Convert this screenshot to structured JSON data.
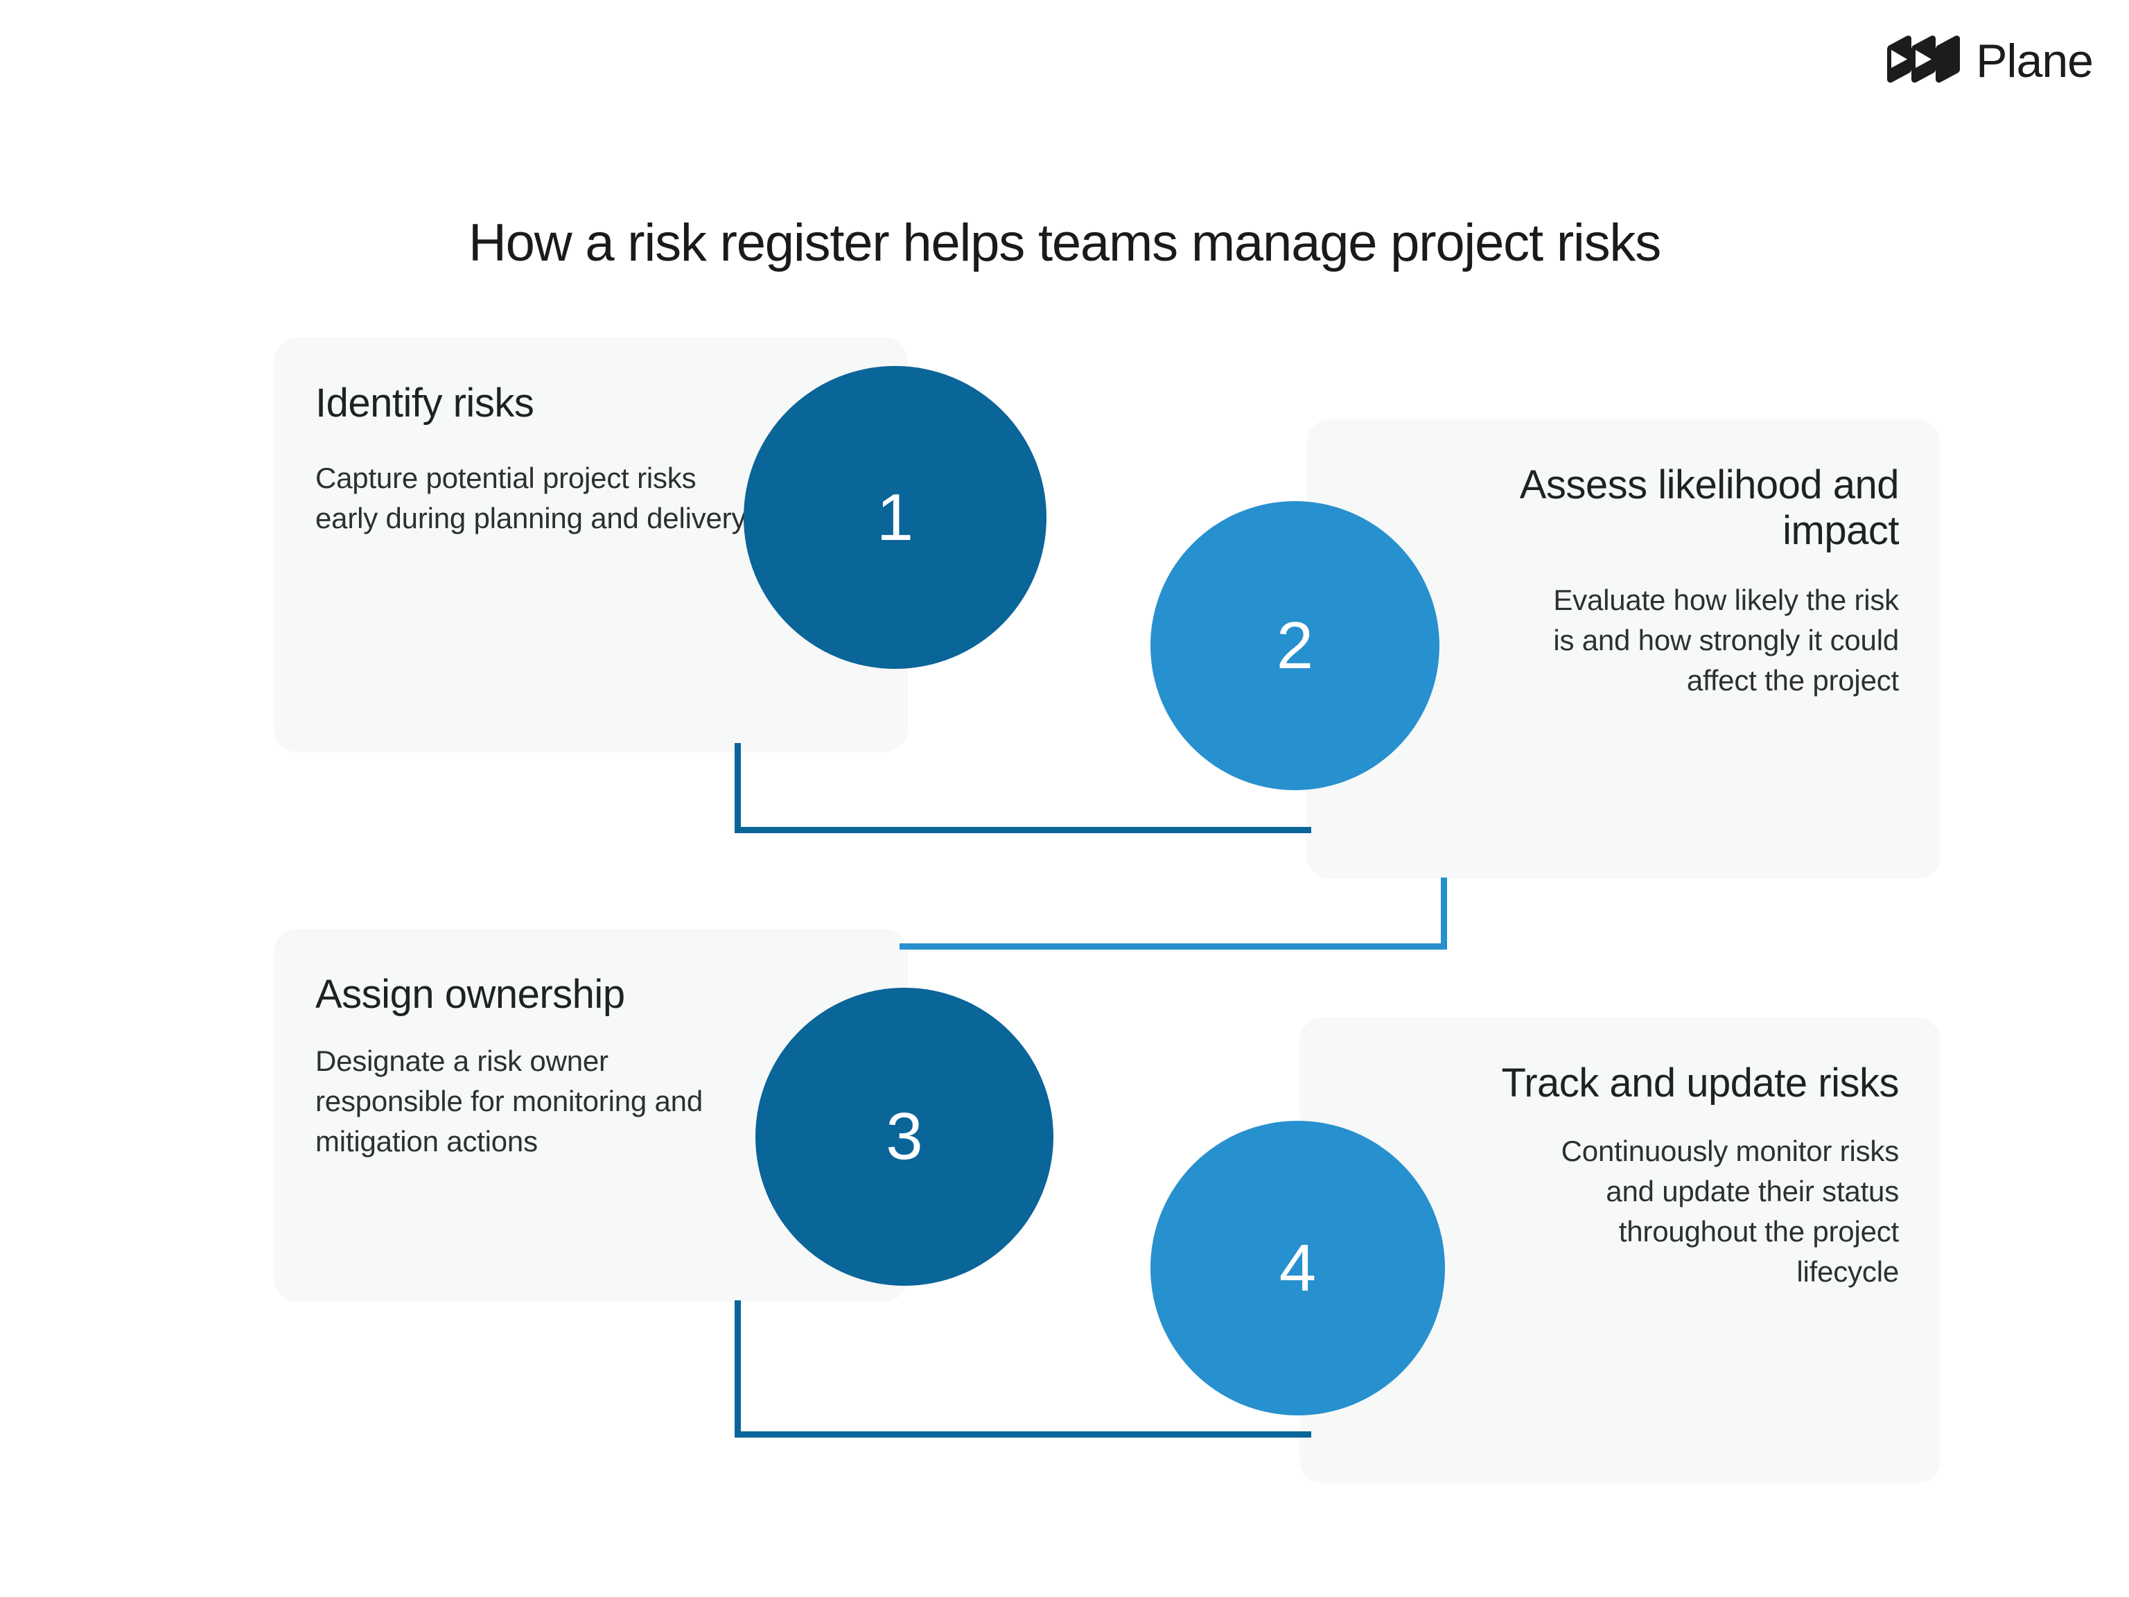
{
  "brand": {
    "name": "Plane",
    "logo_icon": "plane-logo-icon"
  },
  "title": "How a risk register helps teams manage project risks",
  "steps": [
    {
      "number": "1",
      "title": "Identify risks",
      "body": "Capture potential project risks early during planning and delivery",
      "color": "#0a6599",
      "align": "left"
    },
    {
      "number": "2",
      "title": "Assess likelihood and impact",
      "body": "Evaluate how likely the risk is and how strongly it could affect the project",
      "color": "#2790ce",
      "align": "right"
    },
    {
      "number": "3",
      "title": "Assign ownership",
      "body": "Designate a risk owner responsible for monitoring and mitigation actions",
      "color": "#0a6599",
      "align": "left"
    },
    {
      "number": "4",
      "title": "Track and update risks",
      "body": "Continuously monitor risks and update their status throughout the project lifecycle",
      "color": "#2790ce",
      "align": "right"
    }
  ],
  "connectors": [
    {
      "name": "step-1-to-step-2",
      "color": "#0a6599"
    },
    {
      "name": "step-2-to-step-3",
      "color": "#2790ce"
    },
    {
      "name": "step-3-to-step-4",
      "color": "#0a6599"
    }
  ],
  "colors": {
    "page_background": "#ffffff",
    "card_background": "#f7f8f8",
    "accent_dark": "#0a6599",
    "accent_light": "#2790ce",
    "text_primary": "#1f2223",
    "text_body": "#2d3032",
    "logo": "#1c1c1e"
  }
}
